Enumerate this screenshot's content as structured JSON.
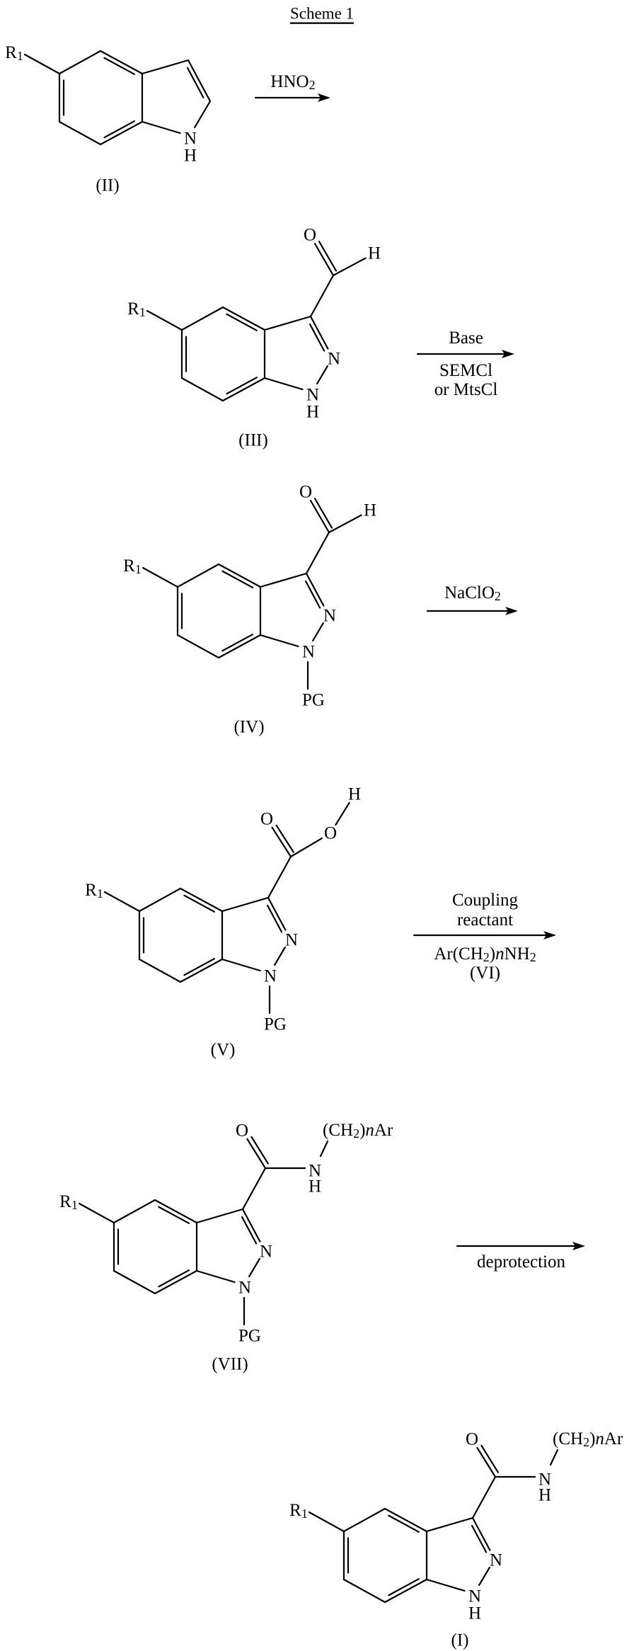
{
  "scheme_title": "Scheme 1",
  "compounds": {
    "II": {
      "label": "(II)",
      "r1": [
        [
          "R",
          ""
        ],
        [
          "1",
          "sub"
        ]
      ],
      "n1": "N",
      "n1_h": "H"
    },
    "III": {
      "label": "(III)",
      "r1": [
        [
          "R",
          ""
        ],
        [
          "1",
          "sub"
        ]
      ],
      "n2": "N",
      "n1": "N",
      "n1_h": "H",
      "cho_o": "O",
      "cho_h": "H"
    },
    "IV": {
      "label": "(IV)",
      "r1": [
        [
          "R",
          ""
        ],
        [
          "1",
          "sub"
        ]
      ],
      "n2": "N",
      "n1": "N",
      "pg": "PG",
      "cho_o": "O",
      "cho_h": "H"
    },
    "V": {
      "label": "(V)",
      "r1": [
        [
          "R",
          ""
        ],
        [
          "1",
          "sub"
        ]
      ],
      "n2": "N",
      "n1": "N",
      "pg": "PG",
      "cooh_o": "O",
      "cooh_oh_o": "O",
      "cooh_h": "H"
    },
    "VII": {
      "label": "(VII)",
      "r1": [
        [
          "R",
          ""
        ],
        [
          "1",
          "sub"
        ]
      ],
      "n2": "N",
      "n1": "N",
      "pg": "PG",
      "amide_o": "O",
      "amide_n": "N",
      "amide_h": "H",
      "amide_chain": [
        [
          "(CH",
          ""
        ],
        [
          "2",
          "sub"
        ],
        [
          ")",
          ""
        ],
        [
          "n",
          "i"
        ],
        [
          "Ar",
          ""
        ]
      ]
    },
    "I": {
      "label": "(I)",
      "r1": [
        [
          "R",
          ""
        ],
        [
          "1",
          "sub"
        ]
      ],
      "n2": "N",
      "n1": "N",
      "n1_h": "H",
      "amide_o": "O",
      "amide_n": "N",
      "amide_h": "H",
      "amide_chain": [
        [
          "(CH",
          ""
        ],
        [
          "2",
          "sub"
        ],
        [
          ")",
          ""
        ],
        [
          "n",
          "i"
        ],
        [
          "Ar",
          ""
        ]
      ]
    }
  },
  "reagents": [
    {
      "above": [
        [
          [
            "HNO",
            ""
          ],
          [
            "2",
            "sub"
          ]
        ]
      ],
      "below": []
    },
    {
      "above": [
        [
          [
            "Base",
            ""
          ]
        ]
      ],
      "below": [
        [
          [
            "SEMCl",
            ""
          ]
        ],
        [
          [
            "or MtsCl",
            ""
          ]
        ]
      ]
    },
    {
      "above": [
        [
          [
            "NaClO",
            ""
          ],
          [
            "2",
            "sub"
          ]
        ]
      ],
      "below": []
    },
    {
      "above": [
        [
          [
            "Coupling",
            ""
          ]
        ],
        [
          [
            "reactant",
            ""
          ]
        ]
      ],
      "below": [
        [
          [
            "Ar(CH",
            ""
          ],
          [
            "2",
            "sub"
          ],
          [
            ")",
            ""
          ],
          [
            "n",
            "i"
          ],
          [
            "NH",
            ""
          ],
          [
            "2",
            "sub"
          ]
        ],
        [
          [
            "(VI)",
            ""
          ]
        ]
      ]
    },
    {
      "above": [],
      "below": [
        [
          [
            "deprotection",
            ""
          ]
        ]
      ]
    }
  ]
}
